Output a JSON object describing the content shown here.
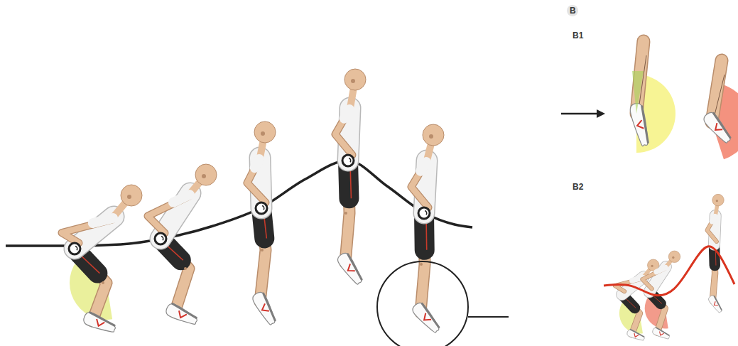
{
  "diagram": {
    "labels": [
      "B",
      "B1",
      "B2"
    ]
  }
}
